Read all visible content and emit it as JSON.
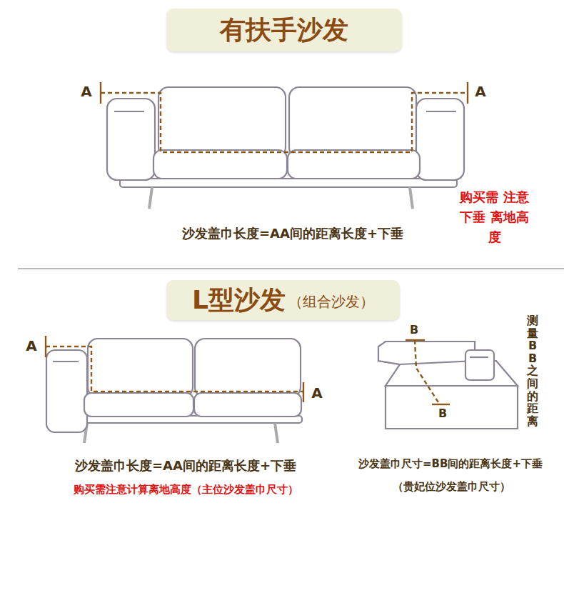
{
  "diagram": {
    "nodes": [
      {
        "text": [
          "有扶手沙发"
        ]
      },
      {
        "text": [
          "L型沙发",
          "（组合沙发）"
        ]
      }
    ],
    "labels": [
      "A",
      "A",
      "沙发盖巾长度=AA间的距离长度+下垂",
      "购买需 注意下垂 离地高度",
      "A",
      "A",
      "B",
      "B",
      "测量BB之间的距离",
      "沙发盖巾长度=AA间的距离长度+下垂",
      "购买需注意计算离地高度（主位沙发盖巾尺寸）",
      "沙发盖巾尺寸=BB间的距离长度+下垂",
      "（贵妃位沙发盖巾尺寸）"
    ]
  }
}
